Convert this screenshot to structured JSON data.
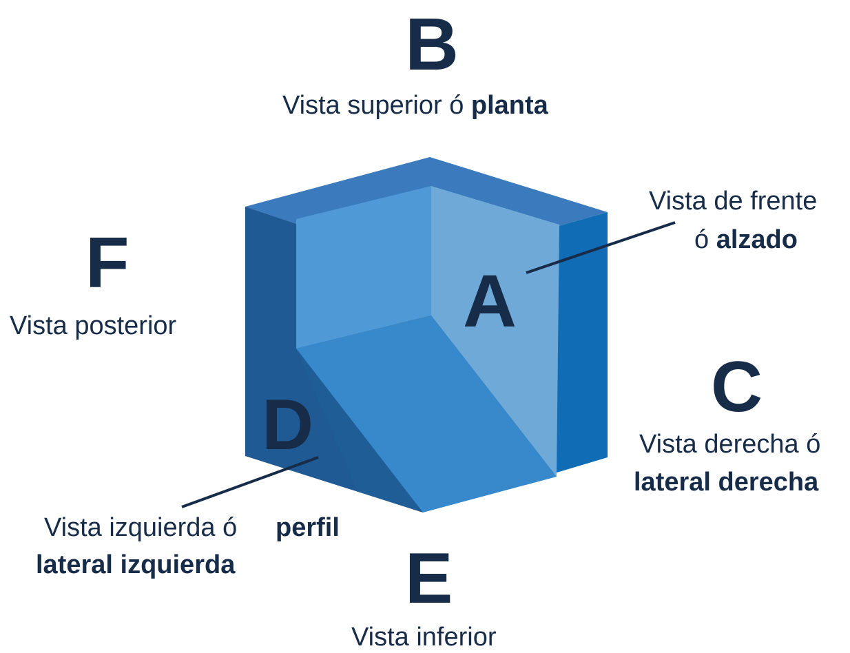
{
  "views": {
    "b": {
      "letter": "B",
      "caption": "Vista superior ó ",
      "caption_bold": "planta"
    },
    "f": {
      "letter": "F",
      "caption": "Vista posterior"
    },
    "a": {
      "letter": "A",
      "caption_line1": "Vista de frente",
      "caption_line2": "ó ",
      "caption_line2_bold": "alzado"
    },
    "c": {
      "letter": "C",
      "caption_line1": "Vista derecha ó",
      "caption_line2_bold": "lateral derecha"
    },
    "d": {
      "letter": "D",
      "caption_line1": "Vista izquierda ó",
      "caption_line1_bold": "perfil",
      "caption_line2_bold": "lateral izquierda"
    },
    "e": {
      "letter": "E",
      "caption": "Vista inferior"
    }
  },
  "colors": {
    "text": "#172c48",
    "top_face": "#3a7abd",
    "left_rim": "#1f5a95",
    "right_rim": "#0f6cb5",
    "inner_back_left": "#4f9ad6",
    "inner_back_right": "#6fa9d8",
    "inner_floor": "#3889cb",
    "inner_left_dark": "#1f5d97"
  }
}
